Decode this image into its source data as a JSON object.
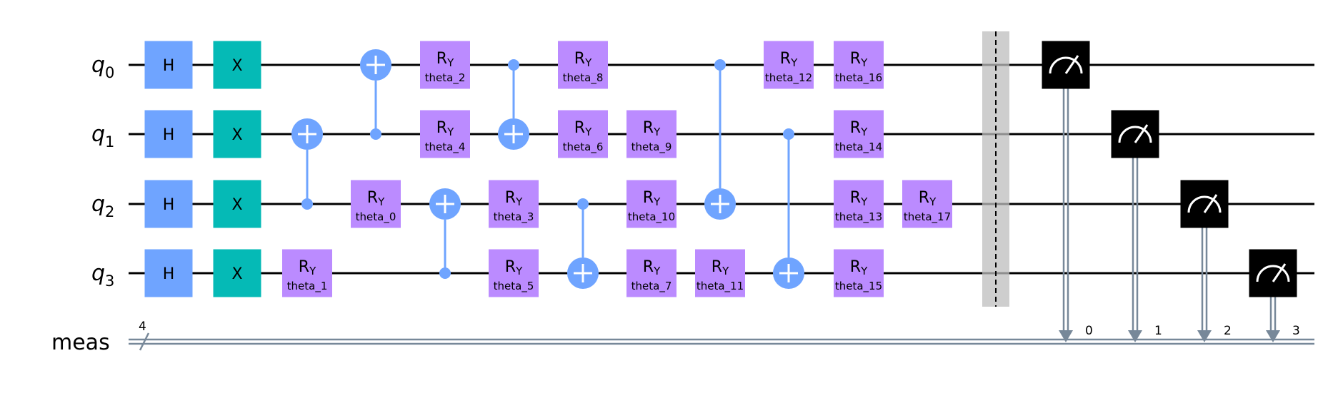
{
  "qubits": [
    {
      "name": "q",
      "index": "0"
    },
    {
      "name": "q",
      "index": "1"
    },
    {
      "name": "q",
      "index": "2"
    },
    {
      "name": "q",
      "index": "3"
    }
  ],
  "classical_register": {
    "name": "meas",
    "size": "4",
    "bit_labels": [
      "0",
      "1",
      "2",
      "3"
    ]
  },
  "gate_labels": {
    "h": "H",
    "x": "X",
    "ry_main": "R",
    "ry_sub": "Y"
  },
  "colors": {
    "h": "#6fa4ff",
    "x": "#05bab6",
    "ry": "#bb8bff",
    "cx": "#6fa4ff",
    "measure": "#000000",
    "classical_wire": "#778899",
    "barrier": "#bdbdbd"
  },
  "gates": [
    {
      "type": "h",
      "qubit": 0,
      "col": 0
    },
    {
      "type": "h",
      "qubit": 1,
      "col": 0
    },
    {
      "type": "h",
      "qubit": 2,
      "col": 0
    },
    {
      "type": "h",
      "qubit": 3,
      "col": 0
    },
    {
      "type": "x",
      "qubit": 0,
      "col": 1
    },
    {
      "type": "x",
      "qubit": 1,
      "col": 1
    },
    {
      "type": "x",
      "qubit": 2,
      "col": 1
    },
    {
      "type": "x",
      "qubit": 3,
      "col": 1
    },
    {
      "type": "ry",
      "qubit": 3,
      "col": 2,
      "param": "theta_1"
    },
    {
      "type": "cx",
      "control": 2,
      "target": 1,
      "col": 2
    },
    {
      "type": "cx",
      "control": 1,
      "target": 0,
      "col": 3
    },
    {
      "type": "ry",
      "qubit": 2,
      "col": 3,
      "param": "theta_0"
    },
    {
      "type": "ry",
      "qubit": 0,
      "col": 4,
      "param": "theta_2"
    },
    {
      "type": "ry",
      "qubit": 1,
      "col": 4,
      "param": "theta_4"
    },
    {
      "type": "cx",
      "control": 3,
      "target": 2,
      "col": 4
    },
    {
      "type": "cx",
      "control": 0,
      "target": 1,
      "col": 5
    },
    {
      "type": "ry",
      "qubit": 2,
      "col": 5,
      "param": "theta_3"
    },
    {
      "type": "ry",
      "qubit": 3,
      "col": 5,
      "param": "theta_5"
    },
    {
      "type": "ry",
      "qubit": 0,
      "col": 6,
      "param": "theta_8"
    },
    {
      "type": "ry",
      "qubit": 1,
      "col": 6,
      "param": "theta_6"
    },
    {
      "type": "cx",
      "control": 2,
      "target": 3,
      "col": 6
    },
    {
      "type": "ry",
      "qubit": 1,
      "col": 7,
      "param": "theta_9"
    },
    {
      "type": "ry",
      "qubit": 2,
      "col": 7,
      "param": "theta_10"
    },
    {
      "type": "ry",
      "qubit": 3,
      "col": 7,
      "param": "theta_7"
    },
    {
      "type": "ry",
      "qubit": 3,
      "col": 8,
      "param": "theta_11"
    },
    {
      "type": "cx",
      "control": 0,
      "target": 2,
      "col": 8
    },
    {
      "type": "cx",
      "control": 1,
      "target": 3,
      "col": 9
    },
    {
      "type": "ry",
      "qubit": 0,
      "col": 9,
      "param": "theta_12"
    },
    {
      "type": "ry",
      "qubit": 0,
      "col": 10,
      "param": "theta_16"
    },
    {
      "type": "ry",
      "qubit": 1,
      "col": 10,
      "param": "theta_14"
    },
    {
      "type": "ry",
      "qubit": 2,
      "col": 10,
      "param": "theta_13"
    },
    {
      "type": "ry",
      "qubit": 3,
      "col": 10,
      "param": "theta_15"
    },
    {
      "type": "ry",
      "qubit": 2,
      "col": 11,
      "param": "theta_17"
    }
  ],
  "barrier": {
    "col": 12
  },
  "measurements": [
    {
      "qubit": 0,
      "clbit": 0,
      "col": 13
    },
    {
      "qubit": 1,
      "clbit": 1,
      "col": 14
    },
    {
      "qubit": 2,
      "clbit": 2,
      "col": 15
    },
    {
      "qubit": 3,
      "clbit": 3,
      "col": 16
    }
  ]
}
